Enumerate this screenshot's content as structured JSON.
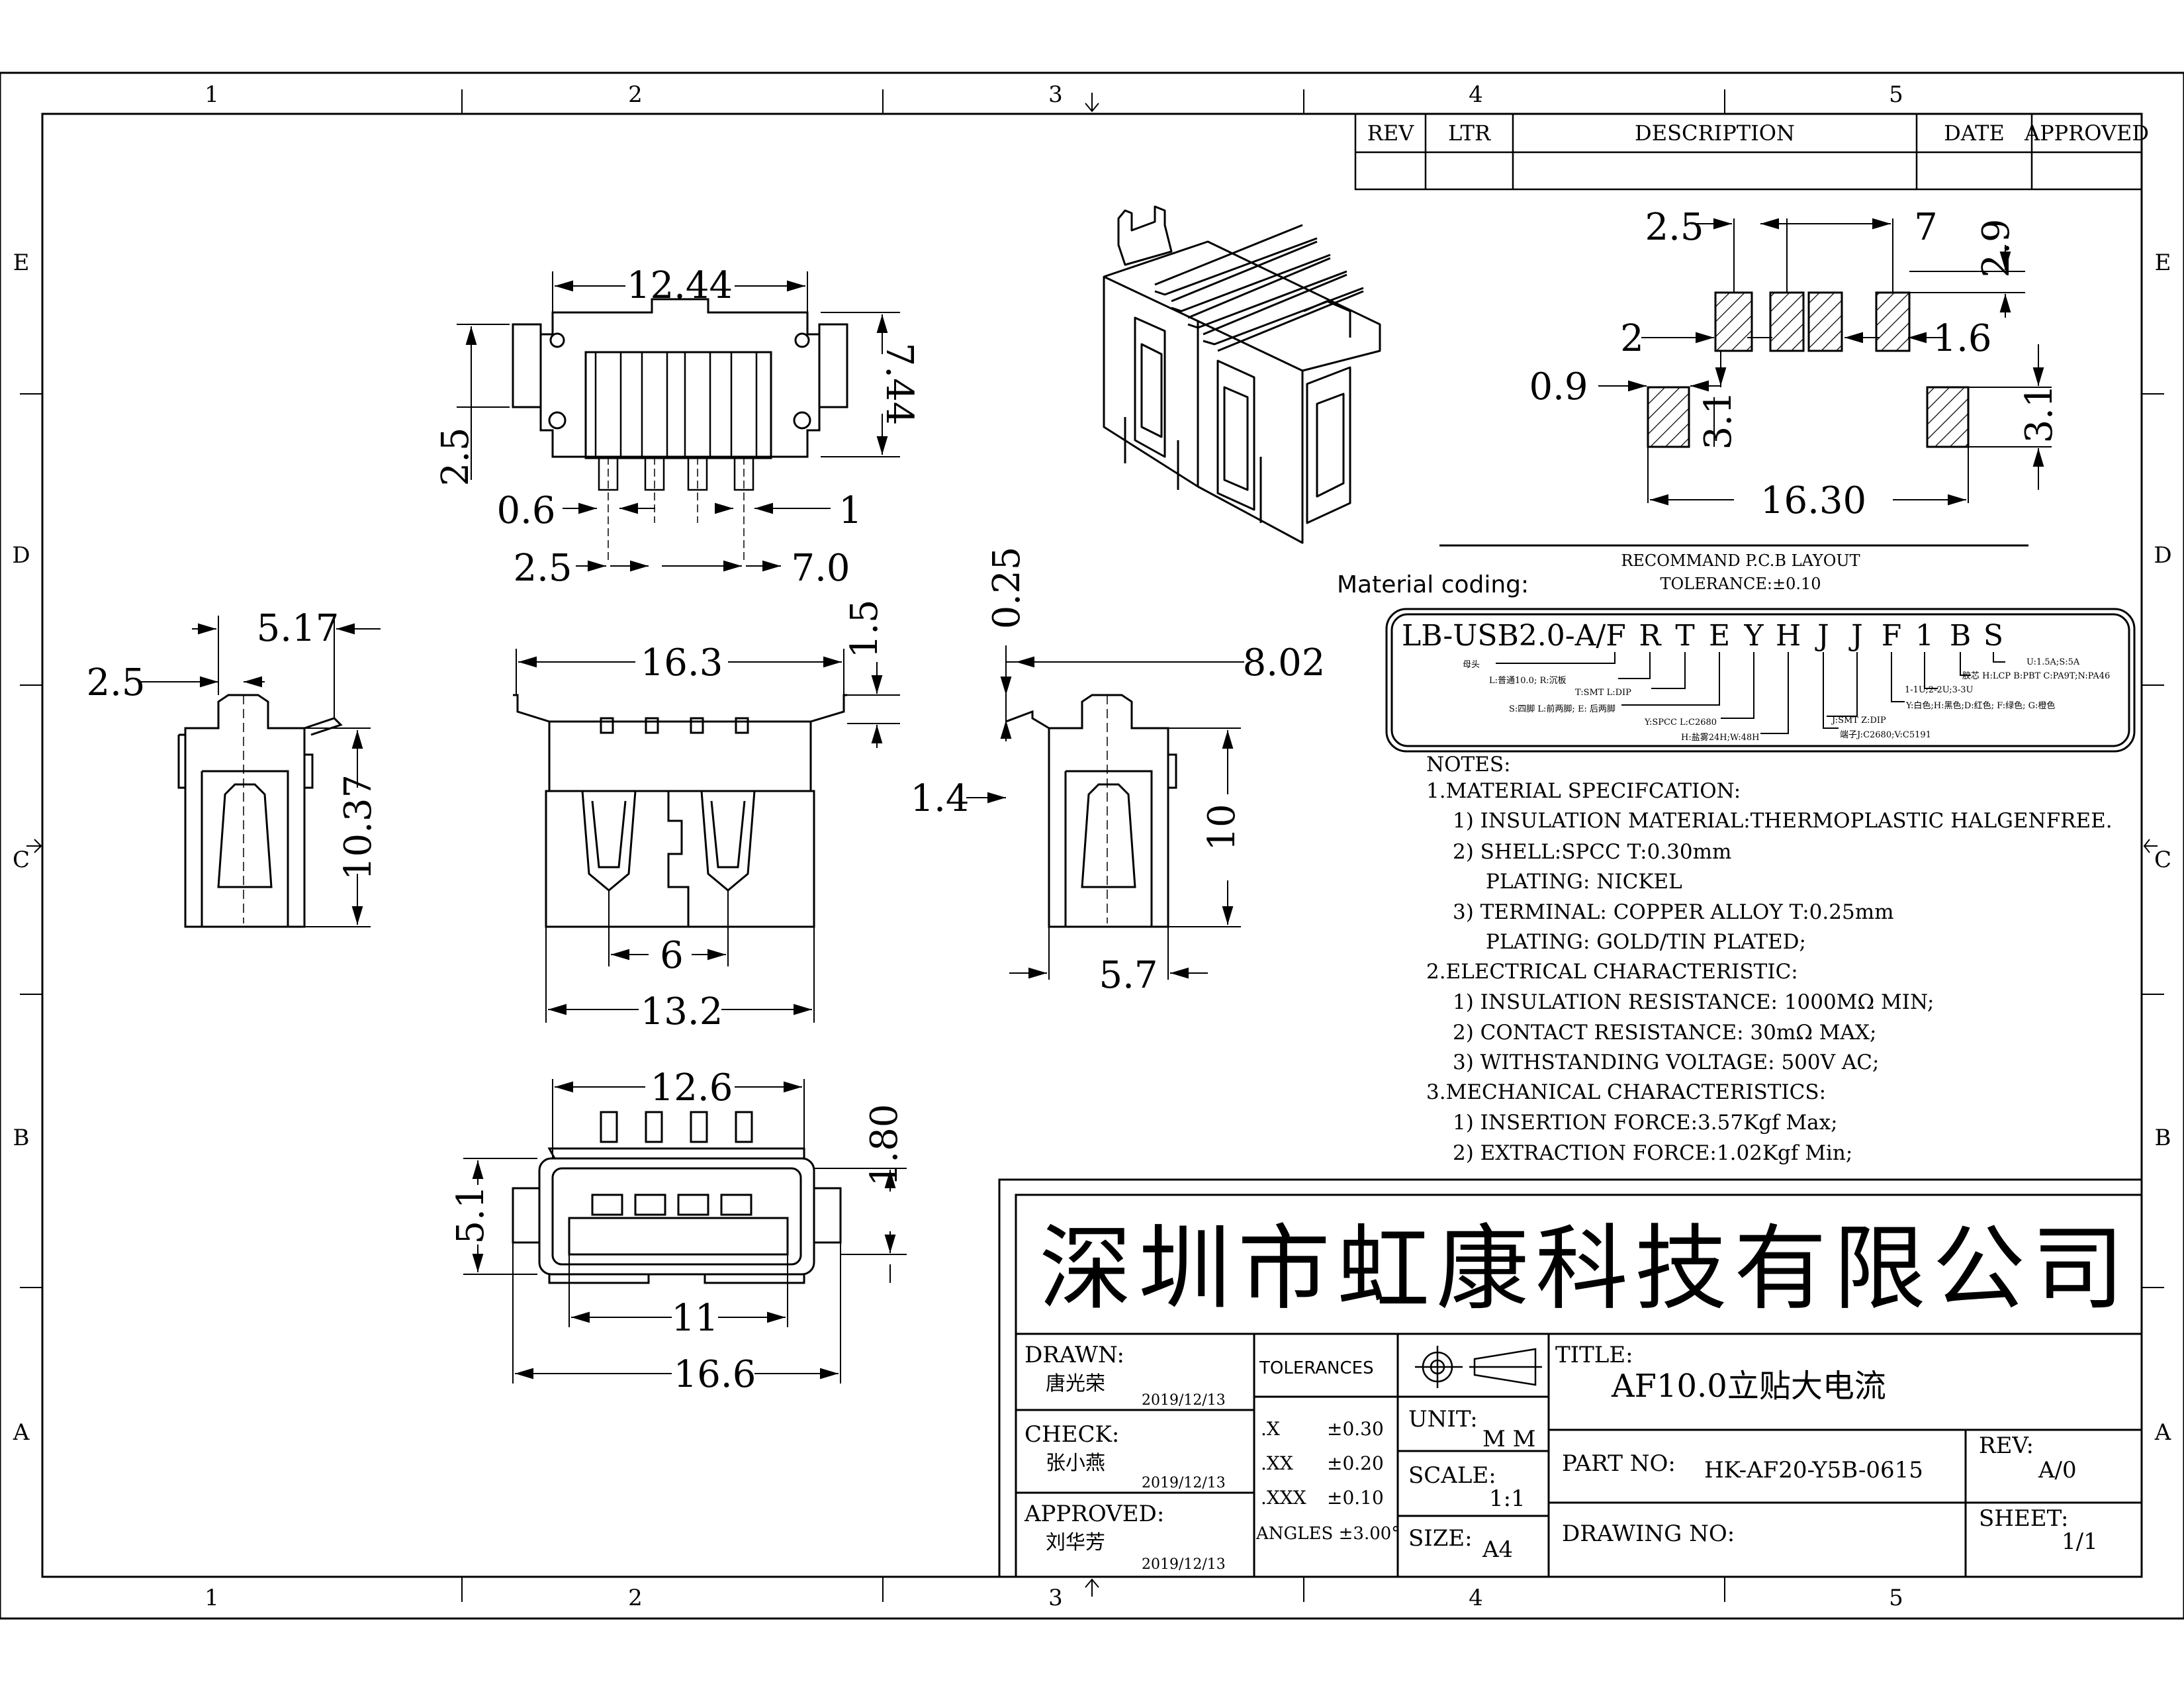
{
  "grid": {
    "columns": [
      "1",
      "2",
      "3",
      "4",
      "5"
    ],
    "rows": [
      "E",
      "D",
      "C",
      "B",
      "A"
    ]
  },
  "revision_table": {
    "headers": [
      "REV",
      "LTR",
      "DESCRIPTION",
      "DATE",
      "APPROVED"
    ]
  },
  "top_view": {
    "width": "12.44",
    "height": "7.44",
    "pitch_left": "2.5",
    "pin_width": "0.6",
    "pin_length": "1",
    "pitch": "2.5",
    "span": "7.0"
  },
  "pcb_layout": {
    "pitch": "2.5",
    "span": "7",
    "pad_height": "2.9",
    "pad_width": "2",
    "pad_gap": "1.6",
    "shell_pad_width": "0.9",
    "shell_pad_height_left": "3.1",
    "shell_pad_height_right": "3.1",
    "shell_span": "16.30",
    "caption": "RECOMMAND P.C.B LAYOUT",
    "tolerance": "TOLERANCE:±0.10"
  },
  "side_view_left": {
    "width": "5.17",
    "offset": "2.5",
    "height": "10.37"
  },
  "front_view": {
    "top_width": "16.3",
    "pin_height": "1.5",
    "center": "6",
    "body_width": "13.2"
  },
  "side_view_right": {
    "tab": "0.25",
    "depth": "8.02",
    "offset": "1.4",
    "height": "10",
    "base": "5.7"
  },
  "bottom_view": {
    "width_top": "12.6",
    "pin_height": "1.80",
    "height": "5.1",
    "inner_width": "11",
    "overall_width": "16.6"
  },
  "material_coding": {
    "heading": "Material coding:",
    "code_prefix": "LB-USB2.0-A/F",
    "code_letters": [
      "R",
      "T",
      "E",
      "Y",
      "H",
      "J",
      "J",
      "F",
      "1",
      "B",
      "S"
    ],
    "legend": [
      "母头",
      "L:普通10.0; R:沉板",
      "T:SMT L:DIP",
      "S:四脚 L:前两脚; E: 后两脚",
      "Y:SPCC L:C2680",
      "H:盐雾24H;W:48H",
      "端子J:C2680;V:C5191",
      "J:SMT Z:DIP",
      "Y:白色;H:黑色;D:红色; F:绿色; G:橙色",
      "1-1U;2-2U;3-3U",
      "胶芯 H:LCP B:PBT C:PA9T;N:PA46",
      "U:1.5A;S:5A"
    ]
  },
  "notes": {
    "heading": "NOTES:",
    "lines": [
      "1.MATERIAL SPECIFCATION:",
      "1) INSULATION MATERIAL:THERMOPLASTIC HALGENFREE.",
      "2) SHELL:SPCC T:0.30mm",
      "PLATING: NICKEL",
      "3) TERMINAL: COPPER ALLOY T:0.25mm",
      "PLATING: GOLD/TIN PLATED;",
      "2.ELECTRICAL CHARACTERISTIC:",
      "1) INSULATION RESISTANCE: 1000MΩ MIN;",
      "2) CONTACT RESISTANCE: 30mΩ MAX;",
      "3) WITHSTANDING VOLTAGE: 500V AC;",
      "3.MECHANICAL CHARACTERISTICS:",
      "1) INSERTION FORCE:3.57Kgf Max;",
      "2) EXTRACTION FORCE:1.02Kgf Min;"
    ]
  },
  "title_block": {
    "company": "深圳市虹康科技有限公司",
    "drawn_label": "DRAWN:",
    "drawn_name": "唐光荣",
    "drawn_date": "2019/12/13",
    "check_label": "CHECK:",
    "check_name": "张小燕",
    "check_date": "2019/12/13",
    "approved_label": "APPROVED:",
    "approved_name": "刘华芳",
    "approved_date": "2019/12/13",
    "tolerances_label": "TOLERANCES",
    "tol_x": ".X",
    "tol_x_val": "±0.30",
    "tol_xx": ".XX",
    "tol_xx_val": "±0.20",
    "tol_xxx": ".XXX",
    "tol_xxx_val": "±0.10",
    "tol_angles": "ANGLES ±3.00°",
    "unit_label": "UNIT:",
    "unit_value": "M M",
    "scale_label": "SCALE:",
    "scale_value": "1:1",
    "size_label": "SIZE:",
    "size_value": "A4",
    "title_label": "TITLE:",
    "title_value": "AF10.0立贴大电流",
    "part_label": "PART NO:",
    "part_value": "HK-AF20-Y5B-0615",
    "rev_label": "REV:",
    "rev_value": "A/0",
    "drawing_label": "DRAWING NO:",
    "sheet_label": "SHEET:",
    "sheet_value": "1/1"
  }
}
